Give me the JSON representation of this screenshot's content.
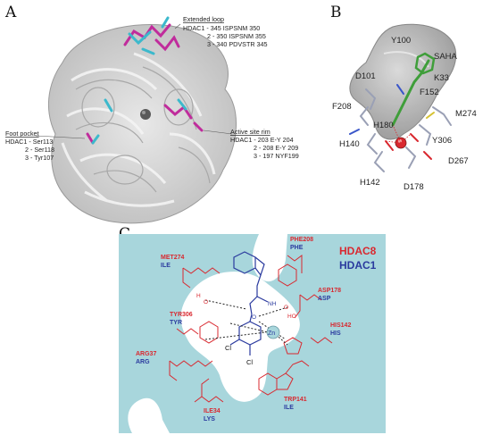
{
  "panels": {
    "a": {
      "letter": "A",
      "extended_loop": {
        "title": "Extended loop",
        "lines": [
          "HDAC1 - 345 ISPSNM 350",
          "2 - 350 ISPSNM 355",
          "3 - 340 PDVSTR 345"
        ]
      },
      "foot_pocket": {
        "title": "Foot pocket",
        "lines": [
          "HDAC1 - Ser113",
          "2 - Ser118",
          "3 - Tyr107"
        ]
      },
      "active_site_rim": {
        "title": "Active site rim",
        "lines": [
          "HDAC1 - 203 E-Y  204",
          "2 - 208 E-Y  209",
          "3 - 197 NYF199"
        ]
      }
    },
    "b": {
      "letter": "B",
      "labels": [
        "Y100",
        "SAHA",
        "D101",
        "K33",
        "F152",
        "F208",
        "M274",
        "H180",
        "Y306",
        "H140",
        "D267",
        "H142",
        "D178"
      ]
    },
    "c": {
      "letter": "C",
      "legend": {
        "hdac8": "HDAC8",
        "hdac1": "HDAC1"
      },
      "residues": [
        {
          "red": "MET274",
          "blue": "ILE"
        },
        {
          "red": "PHE208",
          "blue": "PHE"
        },
        {
          "red": "TYR306",
          "blue": "TYR"
        },
        {
          "red": "ASP178",
          "blue": "ASP"
        },
        {
          "red": "HIS142",
          "blue": "HIS"
        },
        {
          "red": "ARG37",
          "blue": "ARG"
        },
        {
          "red": "TRP141",
          "blue": "ILE"
        },
        {
          "red": "ILE34",
          "blue": "LYS"
        }
      ],
      "atoms": {
        "h2o_h": "H",
        "h2o_o": "O",
        "nh": "NH",
        "o1": "O",
        "o2": "O",
        "ho": "HO",
        "zn": "Zn",
        "cl1": "Cl",
        "cl2": "Cl"
      }
    }
  },
  "colors": {
    "pocket_fill": "#a8d6dc",
    "hdac8": "#d9282f",
    "hdac1": "#2a3a9e",
    "ligand": "#2a3a9e"
  }
}
